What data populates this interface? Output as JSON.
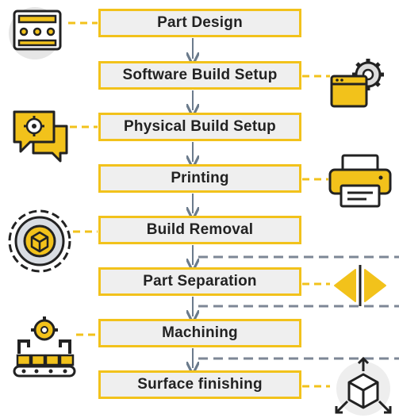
{
  "steps": [
    {
      "label": "Part Design",
      "icon": "ui-layout-icon"
    },
    {
      "label": "Software Build Setup",
      "icon": "browser-gear-icon"
    },
    {
      "label": "Physical Build Setup",
      "icon": "chat-gear-icon"
    },
    {
      "label": "Printing",
      "icon": "printer-icon"
    },
    {
      "label": "Build Removal",
      "icon": "gear-box-icon"
    },
    {
      "label": "Part Separation",
      "icon": "split-arrows-icon"
    },
    {
      "label": "Machining",
      "icon": "robot-arms-conveyor-icon"
    },
    {
      "label": "Surface finishing",
      "icon": "cube-arrows-icon"
    }
  ],
  "colors": {
    "accent": "#f2c21b",
    "box_fill": "#efefef",
    "arrow": "#6b7b8c",
    "dash_gray": "#7d8796",
    "icon_dark": "#222222"
  }
}
